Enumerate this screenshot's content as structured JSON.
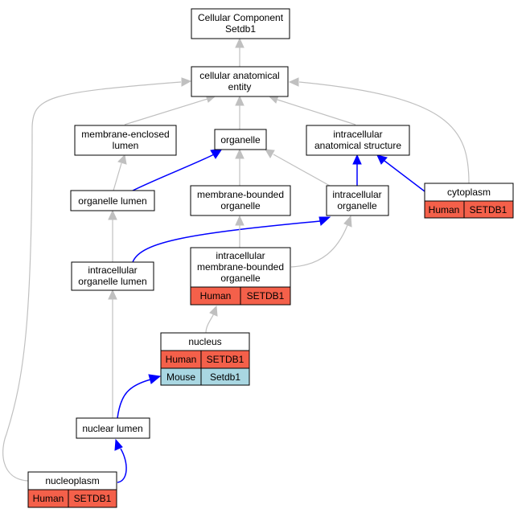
{
  "nodes": {
    "root": {
      "lines": [
        "Cellular Component",
        "Setdb1"
      ]
    },
    "cae": {
      "lines": [
        "cellular anatomical",
        "entity"
      ]
    },
    "mel": {
      "lines": [
        "membrane-enclosed",
        "lumen"
      ]
    },
    "organelle": {
      "lines": [
        "organelle"
      ]
    },
    "ias": {
      "lines": [
        "intracellular",
        "anatomical structure"
      ]
    },
    "ol": {
      "lines": [
        "organelle lumen"
      ]
    },
    "mbo": {
      "lines": [
        "membrane-bounded",
        "organelle"
      ]
    },
    "io": {
      "lines": [
        "intracellular",
        "organelle"
      ]
    },
    "cytoplasm": {
      "lines": [
        "cytoplasm"
      ],
      "species": "Human",
      "gene": "SETDB1"
    },
    "iol": {
      "lines": [
        "intracellular",
        "organelle lumen"
      ]
    },
    "imbo": {
      "lines": [
        "intracellular",
        "membrane-bounded",
        "organelle"
      ],
      "species": "Human",
      "gene": "SETDB1"
    },
    "nucleus": {
      "lines": [
        "nucleus"
      ],
      "species": "Human",
      "gene": "SETDB1",
      "species2": "Mouse",
      "gene2": "Setdb1"
    },
    "nl": {
      "lines": [
        "nuclear lumen"
      ]
    },
    "nucleoplasm": {
      "lines": [
        "nucleoplasm"
      ],
      "species": "Human",
      "gene": "SETDB1"
    }
  },
  "colors": {
    "human": "#f4604a",
    "mouse": "#a9d7e2",
    "edge_gray": "#c0c0c0",
    "edge_blue": "#0000ff"
  }
}
